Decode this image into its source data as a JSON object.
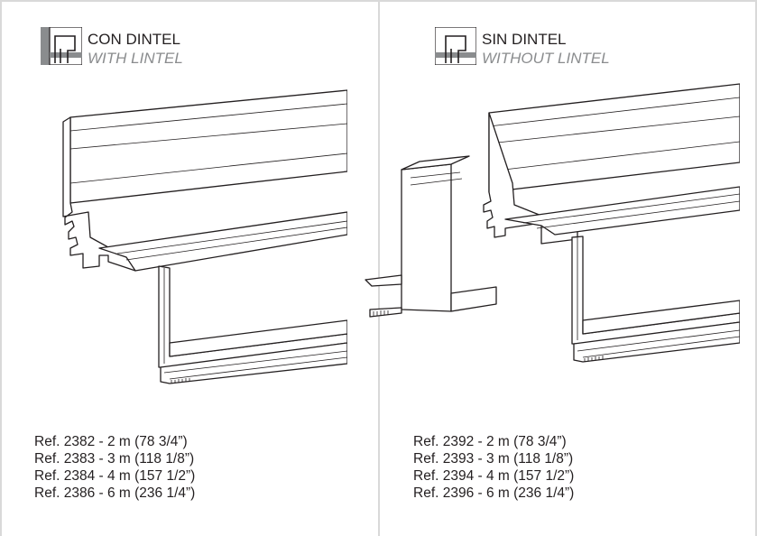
{
  "colors": {
    "frame": "#d9d9d9",
    "text": "#231f20",
    "subtitle": "#8a8c8e",
    "icon_gray": "#8a8c8e"
  },
  "left": {
    "icon": "profile-with-lintel-icon",
    "title_es": "CON DINTEL",
    "title_en": "WITH LINTEL",
    "refs": [
      "Ref. 2382 - 2 m (78 3/4”)",
      "Ref. 2383 - 3 m (118 1/8”)",
      "Ref. 2384 - 4 m (157 1/2”)",
      "Ref. 2386 - 6 m (236 1/4”)"
    ]
  },
  "right": {
    "icon": "profile-without-lintel-icon",
    "title_es": "SIN DINTEL",
    "title_en": "WITHOUT LINTEL",
    "refs": [
      "Ref. 2392 - 2 m (78 3/4”)",
      "Ref. 2393 - 3 m (118 1/8”)",
      "Ref. 2394 - 4 m (157 1/2”)",
      "Ref. 2396 - 6 m (236 1/4”)"
    ]
  }
}
